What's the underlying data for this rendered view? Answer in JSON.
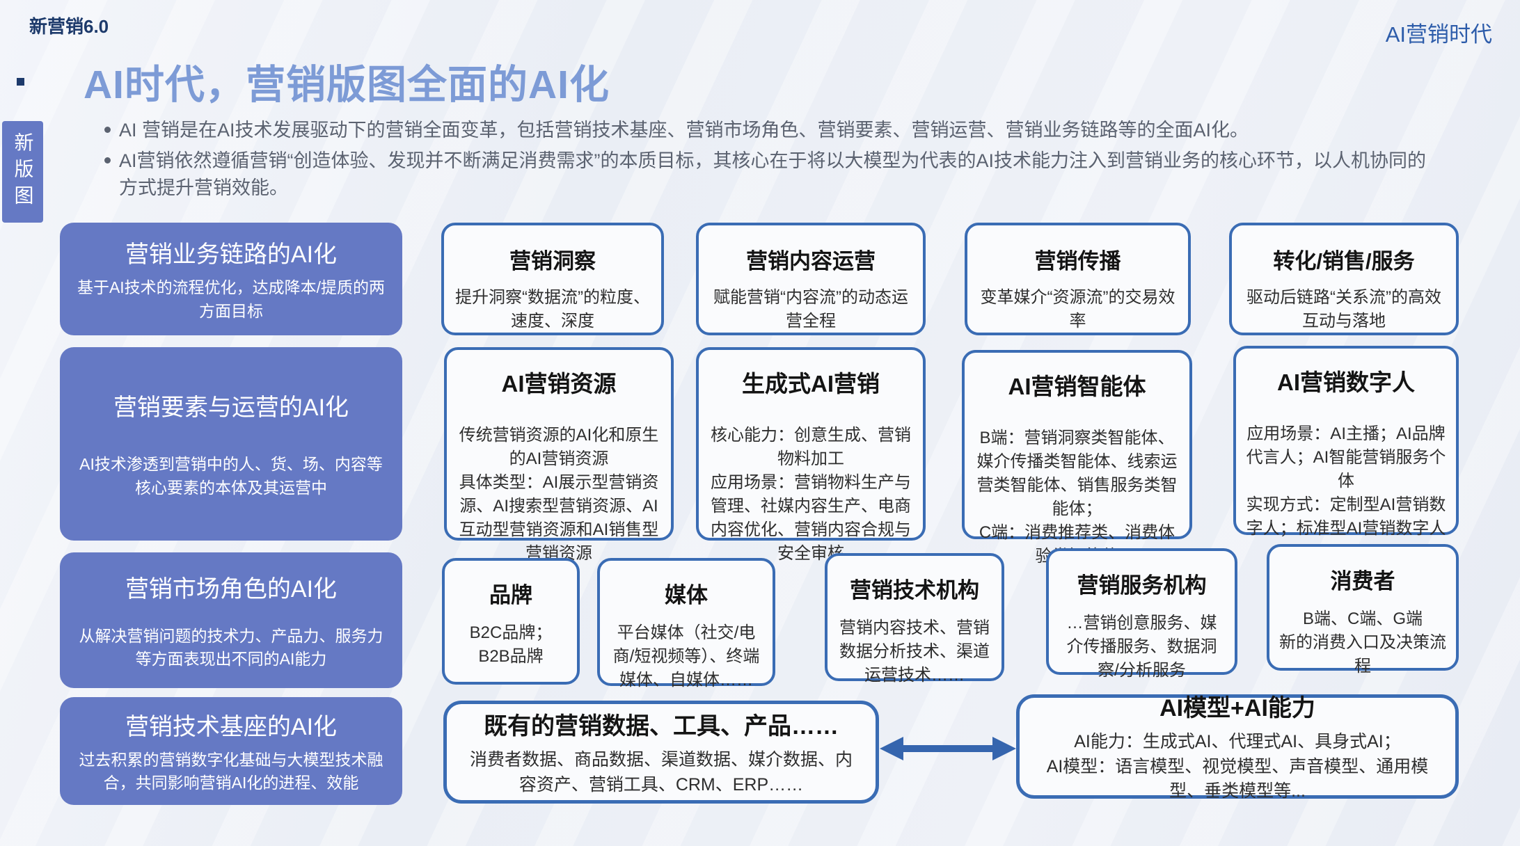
{
  "colors": {
    "pillar_blue": "#6579c4",
    "card_border_blue": "#3a6cb4",
    "title_blue": "#7d9bd6",
    "navy": "#1d3a6b",
    "corner_blue": "#2d5caa"
  },
  "header": {
    "brand": "新营销6.0",
    "corner": "AI营销时代",
    "title": "AI时代，营销版图全面的AI化",
    "bullets": [
      "AI 营销是在AI技术发展驱动下的营销全面变革，包括营销技术基座、营销市场角色、营销要素、营销运营、营销业务链路等的全面AI化。",
      "AI营销依然遵循营销“创造体验、发现并不断满足消费需求”的本质目标，其核心在于将以大模型为代表的AI技术能力注入到营销业务的核心环节，以人机协同的方式提升营销效能。"
    ]
  },
  "side_tab": {
    "label": "新版图"
  },
  "rows": [
    {
      "left": {
        "title": "营销业务链路的AI化",
        "desc": "基于AI技术的流程优化，达成降本/提质的两方面目标"
      },
      "boxes": [
        {
          "title": "营销洞察",
          "body": "提升洞察“数据流”的粒度、速度、深度"
        },
        {
          "title": "营销内容运营",
          "body": "赋能营销“内容流”的动态运营全程"
        },
        {
          "title": "营销传播",
          "body": "变革媒介“资源流”的交易效率"
        },
        {
          "title": "转化/销售/服务",
          "body": "驱动后链路“关系流”的高效互动与落地"
        }
      ]
    },
    {
      "left": {
        "title": "营销要素与运营的AI化",
        "desc": "AI技术渗透到营销中的人、货、场、内容等核心要素的本体及其运营中"
      },
      "boxes": [
        {
          "title": "AI营销资源",
          "body": "传统营销资源的AI化和原生的AI营销资源\n具体类型：AI展示型营销资源、AI搜索型营销资源、AI互动型营销资源和AI销售型营销资源"
        },
        {
          "title": "生成式AI营销",
          "body": "核心能力：创意生成、营销物料加工\n应用场景：营销物料生产与管理、社媒内容生产、电商内容优化、营销内容合规与安全审核"
        },
        {
          "title": "AI营销智能体",
          "body": "B端：营销洞察类智能体、媒介传播类智能体、线索运营类智能体、销售服务类智能体；\nC端：消费推荐类、消费体验类智能体"
        },
        {
          "title": "AI营销数字人",
          "body": "应用场景：AI主播；AI品牌代言人；AI智能营销服务个体\n实现方式：定制型AI营销数字人；标准型AI营销数字人"
        }
      ]
    },
    {
      "left": {
        "title": "营销市场角色的AI化",
        "desc": "从解决营销问题的技术力、产品力、服务力等方面表现出不同的AI能力"
      },
      "boxes": [
        {
          "title": "品牌",
          "body": "B2C品牌；B2B品牌"
        },
        {
          "title": "媒体",
          "body": "平台媒体（社交/电商/短视频等）、终端媒体、自媒体……"
        },
        {
          "title": "营销技术机构",
          "body": "营销内容技术、营销数据分析技术、渠道运营技术……"
        },
        {
          "title": "营销服务机构",
          "body": "…营销创意服务、媒介传播服务、数据洞察/分析服务"
        },
        {
          "title": "消费者",
          "body": "B端、C端、G端\n新的消费入口及决策流程"
        }
      ]
    },
    {
      "left": {
        "title": "营销技术基座的AI化",
        "desc": "过去积累的营销数字化基础与大模型技术融合，共同影响营销AI化的进程、效能"
      }
    }
  ],
  "bottom": {
    "left": {
      "title": "既有的营销数据、工具、产品……",
      "body": "消费者数据、商品数据、渠道数据、媒介数据、内容资产、营销工具、CRM、ERP……"
    },
    "right": {
      "title": "AI模型+AI能力",
      "body": "AI能力：生成式AI、代理式AI、具身式AI；\nAI模型：语言模型、视觉模型、声音模型、通用模型、垂类模型等..."
    },
    "connector_icon": "double-arrow-icon"
  }
}
